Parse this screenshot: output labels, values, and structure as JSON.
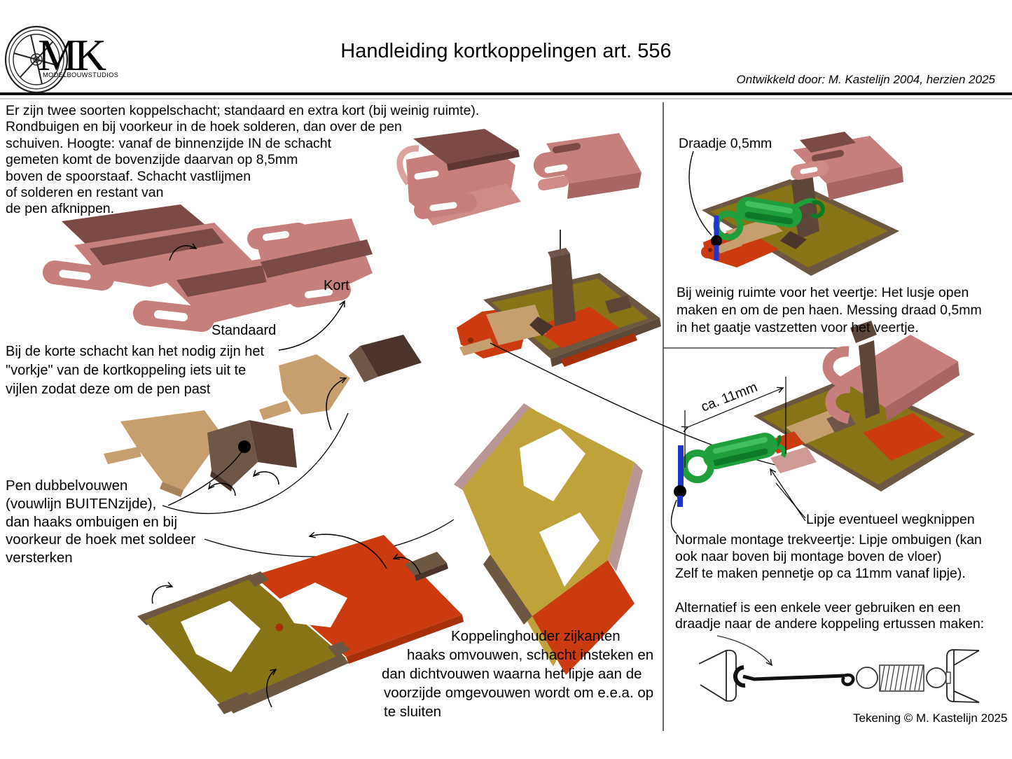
{
  "header": {
    "logo_mk": "MK",
    "logo_sub": "MODELBOUWSTUDIOS",
    "title": "Handleiding kortkoppelingen art. 556",
    "developed_by": "Ontwikkeld door: M. Kastelijn 2004, herzien 2025"
  },
  "intro": {
    "lines": [
      "Er zijn twee soorten koppelschacht; standaard en extra kort (bij weinig ruimte).",
      "Rondbuigen en bij voorkeur in de hoek solderen, dan over de pen",
      "schuiven. Hoogte: vanaf de binnenzijde IN de schacht",
      "gemeten komt de bovenzijde daarvan op 8,5mm",
      "boven de spoorstaaf. Schacht vastlijmen",
      "of solderen en restant van",
      "de pen afknippen."
    ]
  },
  "labels": {
    "standaard": "Standaard",
    "kort": "Kort",
    "draadje": "Draadje 0,5mm",
    "ca_11mm": "ca. 11mm",
    "lipje": "Lipje eventueel wegknippen"
  },
  "notes": {
    "vorkje": {
      "lines": [
        "Bij de korte schacht kan het nodig zijn het",
        "\"vorkje\" van de kortkoppeling iets uit te",
        "vijlen zodat deze om de pen past"
      ]
    },
    "pen": {
      "lines": [
        "Pen dubbelvouwen",
        "(vouwlijn BUITENzijde),",
        "dan haaks ombuigen en bij",
        "voorkeur de hoek met soldeer",
        "versterken"
      ]
    },
    "holder": {
      "lines": [
        "Koppelinghouder zijkanten",
        "haaks omvouwen, schacht insteken en",
        "dan dichtvouwen waarna het lipje aan de",
        "voorzijde omgevouwen wordt om e.e.a. op",
        "te sluiten"
      ]
    },
    "weinig_ruimte": {
      "lines": [
        "Bij weinig ruimte voor het veertje: Het lusje open",
        "maken en om de pen haen. Messing draad 0,5mm",
        "in het gaatje vastzetten voor het veertje."
      ]
    },
    "normale_montage": {
      "lines": [
        "Normale montage trekveertje: Lipje ombuigen (kan",
        "ook naar boven bij montage boven de vloer)",
        "Zelf te maken pennetje op ca 11mm vanaf lipje)."
      ]
    },
    "alternatief": {
      "lines": [
        "Alternatief is een enkele veer gebruiken en een",
        "draadje naar de andere koppeling ertussen maken:"
      ]
    }
  },
  "footer": {
    "credit": "Tekening © M. Kastelijn 2025"
  },
  "palette": {
    "pink": "#c67f7c",
    "maroon": "#7c4a46",
    "tan": "#c79e6e",
    "dark_brown": "#5c4639",
    "olive": "#867417",
    "gold": "#bfa23a",
    "red": "#cc3a10",
    "green": "#1f9e3c",
    "blue": "#2233cc",
    "rose_edge": "#b89693"
  }
}
